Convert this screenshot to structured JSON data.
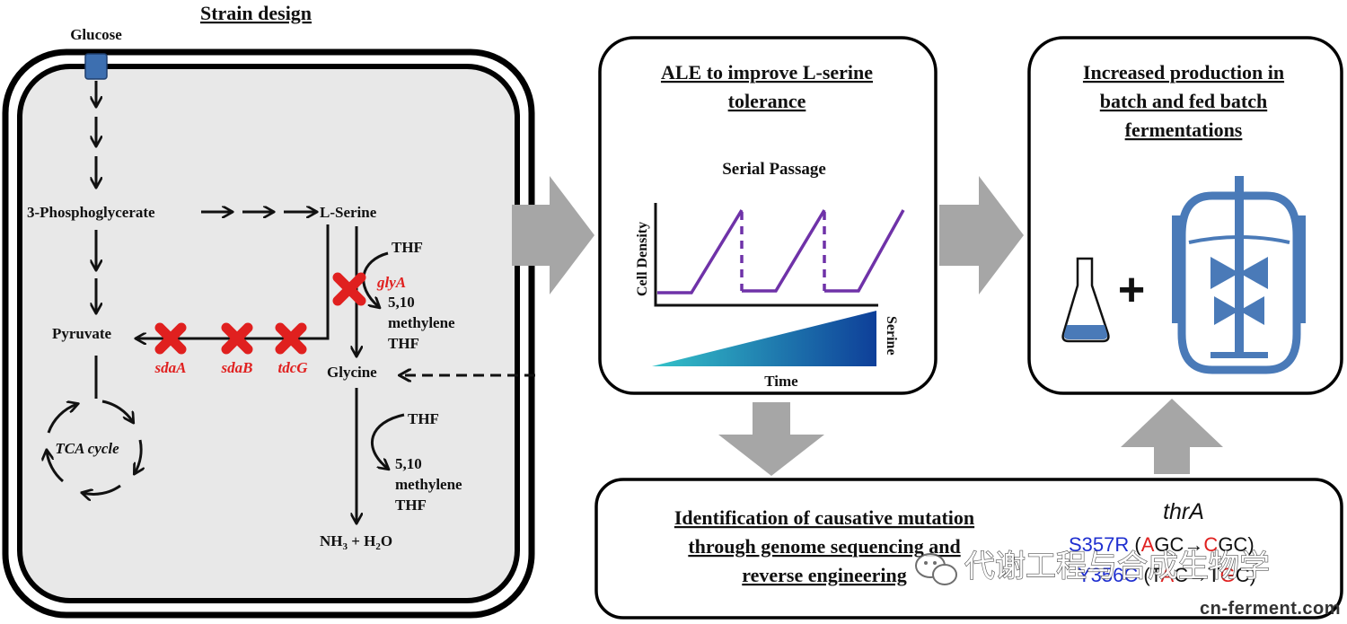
{
  "strain": {
    "title": "Strain design",
    "glucose": "Glucose",
    "phosphoglycerate": "3-Phosphoglycerate",
    "lserine": "L-Serine",
    "pyruvate": "Pyruvate",
    "glycine": "Glycine",
    "tca": "TCA cycle",
    "thf1": "THF",
    "methylene1_a": "5,10",
    "methylene1_b": "methylene",
    "methylene1_c": "THF",
    "thf2": "THF",
    "methylene2_a": "5,10",
    "methylene2_b": "methylene",
    "methylene2_c": "THF",
    "nh3": "NH",
    "nh3_sub": "3",
    "plus_h2o": " + H",
    "h2o_sub": "2",
    "h2o_o": "O",
    "genes": {
      "glyA": "glyA",
      "sdaA": "sdaA",
      "sdaB": "sdaB",
      "tdcG": "tdcG"
    }
  },
  "ale": {
    "title_line1": "ALE to improve L-serine",
    "title_line2": "tolerance",
    "subtitle": "Serial Passage",
    "ylabel": "Cell Density",
    "xlabel": "Time",
    "gradient_label": "Serine"
  },
  "production": {
    "title_line1": "Increased production in",
    "title_line2": "batch and fed batch",
    "title_line3": "fermentations",
    "plus": "+"
  },
  "identification": {
    "title_line1": "Identification of causative mutation",
    "title_line2": "through genome  sequencing and",
    "title_line3": "reverse engineering",
    "gene": "thrA",
    "mut1": {
      "aa": "S357R",
      "open": " (",
      "from_base": "A",
      "from_rest": "GC",
      "arrow": "→",
      "to_base": "C",
      "to_rest": "GC)"
    },
    "mut2": {
      "aa": "Y356C",
      "open": " (T",
      "from_base": "A",
      "from_rest": "C",
      "arrow": "→",
      "to_prefix": "T",
      "to_base": "G",
      "to_rest": "C)"
    }
  },
  "watermark": {
    "text": "代谢工程与合成生物学",
    "site": "cn-ferment.com"
  },
  "colors": {
    "gene_red": "#e0201f",
    "purple": "#6f32a8",
    "reactor_blue": "#4a7ab8",
    "mutation_blue": "#1f2fd0",
    "gray_arrow": "#a6a6a6",
    "cell_fill": "#e8e8e8"
  }
}
